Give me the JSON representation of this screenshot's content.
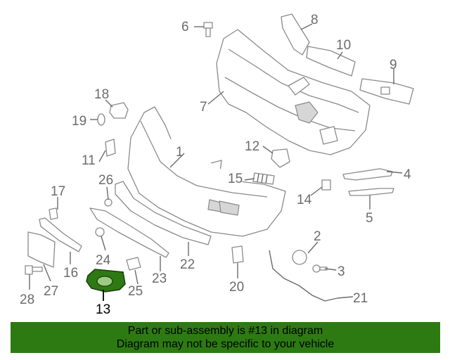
{
  "diagram": {
    "callouts": [
      "1",
      "2",
      "3",
      "4",
      "5",
      "6",
      "7",
      "8",
      "9",
      "10",
      "11",
      "12",
      "13",
      "14",
      "15",
      "16",
      "17",
      "18",
      "19",
      "20",
      "21",
      "22",
      "23",
      "24",
      "25",
      "26",
      "27",
      "28"
    ],
    "highlighted_part": "13"
  },
  "footer": {
    "background_color": "#2d7a12",
    "line1": "Part or sub-assembly is #13 in diagram",
    "line2": "Diagram may not be specific to your vehicle"
  },
  "colors": {
    "callout_text": "#6b6b6b",
    "highlight_fill": "#2d7a12"
  }
}
